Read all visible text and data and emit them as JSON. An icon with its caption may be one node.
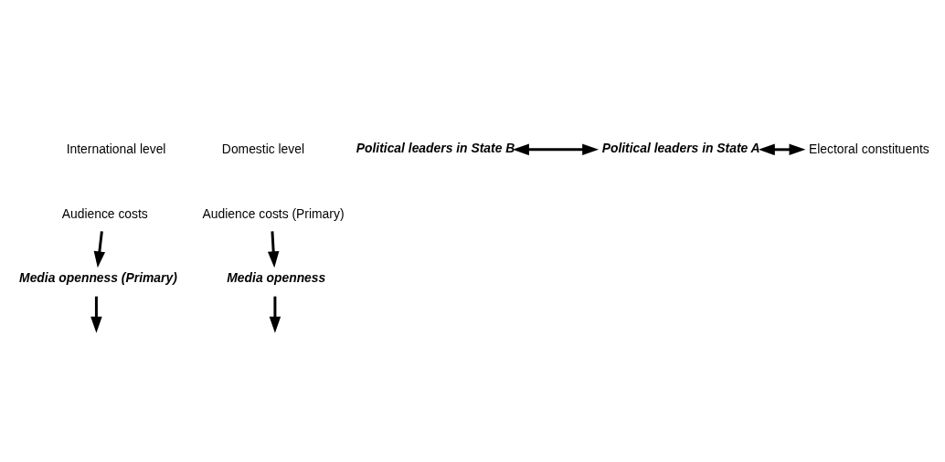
{
  "diagram": {
    "nodes": [
      {
        "text": [
          "Audience costs"
        ]
      },
      {
        "text": [
          "Media openness (Primary)"
        ]
      },
      {
        "text": [
          "Political leaders in State B"
        ]
      },
      {
        "text": [
          "Political leaders in State A"
        ]
      },
      {
        "text": [
          "Audience costs (Primary)"
        ]
      },
      {
        "text": [
          "Media openness"
        ]
      },
      {
        "text": [
          "Electoral constituents"
        ]
      }
    ],
    "edges": [
      {
        "from": 0,
        "to": 1,
        "arrow": "to"
      },
      {
        "from": 1,
        "to": null,
        "arrow": "to"
      },
      {
        "from": 4,
        "to": 5,
        "arrow": "to"
      },
      {
        "from": 5,
        "to": null,
        "arrow": "to"
      },
      {
        "from": 2,
        "to": 3,
        "arrow": "both"
      },
      {
        "from": 3,
        "to": 6,
        "arrow": "both"
      }
    ],
    "labels": [
      "International level",
      "Domestic level"
    ]
  }
}
